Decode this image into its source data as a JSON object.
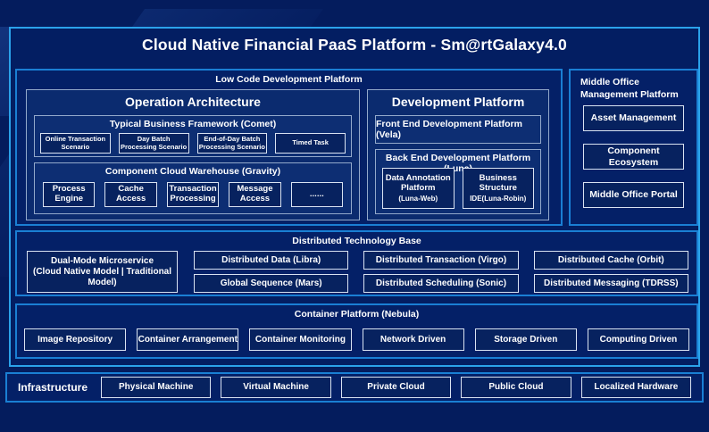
{
  "title": "Cloud Native Financial PaaS Platform - Sm@rtGalaxy4.0",
  "colors": {
    "background": "#041c5d",
    "outer_border": "#2ba2ea",
    "section_border": "#1a7fd4",
    "midbox_border": "#93a9cb",
    "leaf_border": "#d9e3f2",
    "text": "#ffffff"
  },
  "low_code": {
    "label": "Low Code Development Platform",
    "operation_architecture": {
      "title": "Operation Architecture",
      "typical_business": {
        "title": "Typical Business Framework (Comet)",
        "items": [
          "Online Transaction Scenario",
          "Day Batch Processing Scenario",
          "End-of-Day Batch Processing Scenario",
          "Timed Task"
        ]
      },
      "component_cloud": {
        "title": "Component Cloud Warehouse (Gravity)",
        "items": [
          "Process Engine",
          "Cache Access",
          "Transaction Processing",
          "Message Access",
          "......"
        ]
      }
    },
    "development_platform": {
      "title": "Development Platform",
      "front_end": "Front End Development Platform (Vela)",
      "back_end": {
        "title": "Back End Development Platform (Luna)",
        "items": [
          {
            "line1": "Data Annotation Platform",
            "line2": "(Luna-Web)"
          },
          {
            "line1": "Business Structure",
            "line2": "IDE(Luna-Robin)"
          }
        ]
      }
    }
  },
  "middle_office": {
    "label": "Middle Office Management Platform",
    "items": [
      "Asset Management",
      "Component Ecosystem",
      "Middle Office Portal"
    ]
  },
  "distributed": {
    "label": "Distributed Technology Base",
    "dual_mode": {
      "line1": "Dual-Mode Microservice",
      "line2": "(Cloud Native Model | Traditional Model)"
    },
    "grid": [
      [
        "Distributed Data (Libra)",
        "Global Sequence (Mars)"
      ],
      [
        "Distributed Transaction (Virgo)",
        "Distributed Scheduling (Sonic)"
      ],
      [
        "Distributed Cache (Orbit)",
        "Distributed Messaging (TDRSS)"
      ]
    ]
  },
  "container_platform": {
    "label": "Container Platform (Nebula)",
    "items": [
      "Image Repository",
      "Container Arrangement",
      "Container Monitoring",
      "Network Driven",
      "Storage Driven",
      "Computing Driven"
    ]
  },
  "infrastructure": {
    "label": "Infrastructure",
    "items": [
      "Physical Machine",
      "Virtual Machine",
      "Private Cloud",
      "Public Cloud",
      "Localized Hardware"
    ]
  }
}
